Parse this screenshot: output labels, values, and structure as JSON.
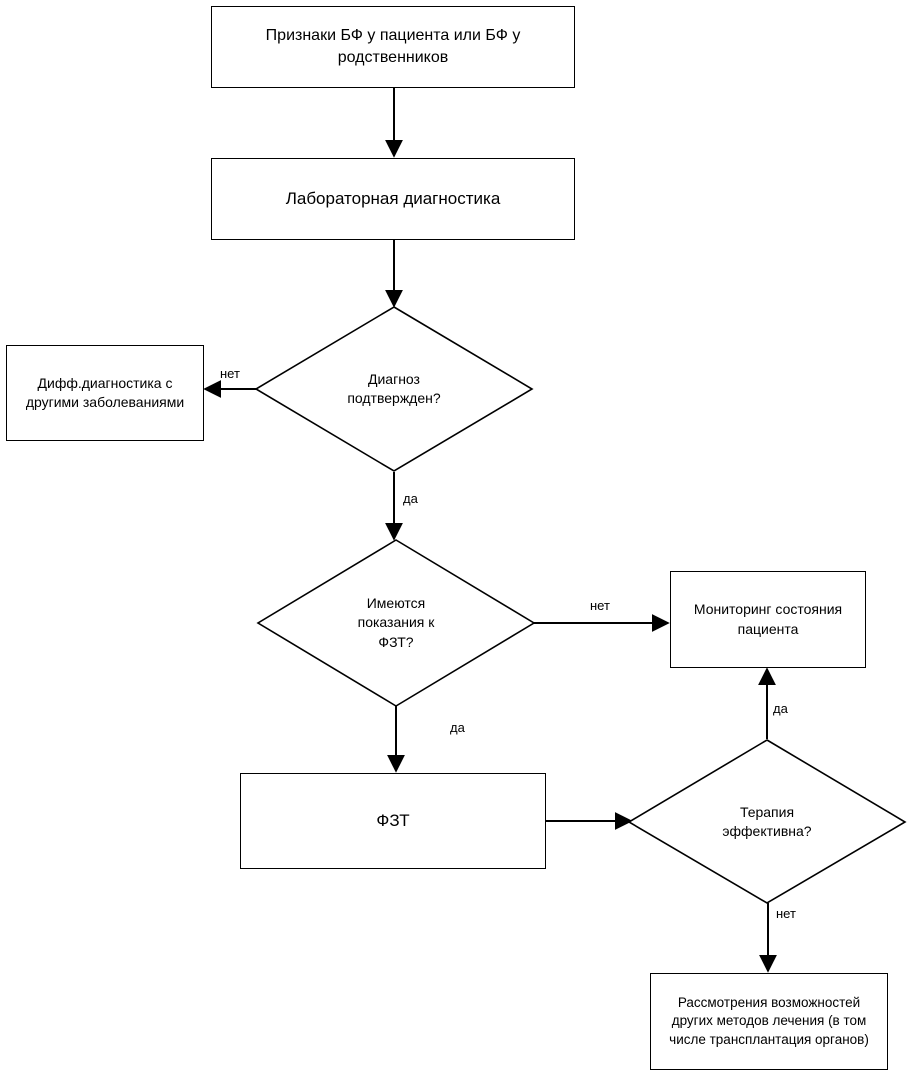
{
  "nodes": {
    "signs": "Признаки БФ у пациента или БФ у родственников",
    "lab": "Лабораторная диагностика",
    "confirmed": "Диагноз подтвержден?",
    "diff": "Дифф.диагностика с другими заболеваниями",
    "indications": "Имеются показания к ФЗТ?",
    "monitoring": "Мониторинг состояния пациента",
    "fzt": "ФЗТ",
    "effective": "Терапия эффективна?",
    "other": "Рассмотрения возможностей других методов лечения (в том числе трансплантация органов)"
  },
  "edges": {
    "no_confirmed": "нет",
    "yes_confirmed": "да",
    "no_indications": "нет",
    "yes_indications": "да",
    "yes_effective": "да",
    "no_effective": "нет"
  }
}
